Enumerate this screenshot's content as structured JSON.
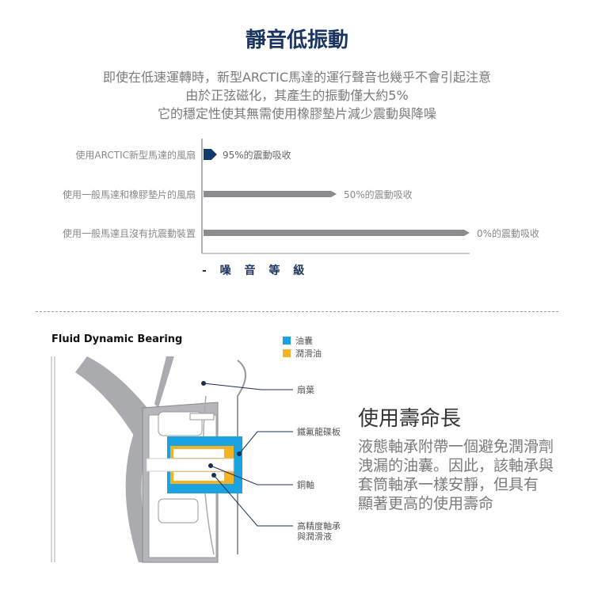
{
  "header": {
    "title": "靜音低振動",
    "lines": [
      "即使在低速運轉時，新型ARCTIC馬達的運行聲音也幾乎不會引起注意",
      "由於正弦磁化，其產生的振動僅大約5%",
      "它的穩定性使其無需使用橡膠墊片減少震動與降噪"
    ]
  },
  "chart_data": {
    "type": "bar",
    "orientation": "horizontal",
    "categories": [
      "使用ARCTIC新型馬達的風扇",
      "使用一般馬達和橡膠墊片的風扇",
      "使用一般馬達且沒有抗震動裝置"
    ],
    "values_absorption_percent": [
      95,
      50,
      0
    ],
    "data_labels": [
      "95%的震動吸收",
      "50%的震動吸收",
      "0%的震動吸收"
    ],
    "xlabel": "- 噪 音 等 級",
    "colors": [
      "#123a6b",
      "#8c8c8e",
      "#8c8c8e"
    ]
  },
  "bearing": {
    "title": "Fluid Dynamic Bearing",
    "legend": [
      {
        "label": "油囊",
        "color": "#1aa3e0"
      },
      {
        "label": "潤滑油",
        "color": "#f5b324"
      }
    ],
    "parts": [
      "扇葉",
      "鐵氟龍碟板",
      "銅軸",
      "高精度軸承",
      "與潤滑液"
    ]
  },
  "lifetime": {
    "title": "使用壽命長",
    "lines": [
      "液態軸承附帶一個避免潤滑劑",
      "洩漏的油囊。因此，該軸承與",
      "套筒軸承一樣安靜，但具有",
      "顯著更高的使用壽命"
    ]
  }
}
